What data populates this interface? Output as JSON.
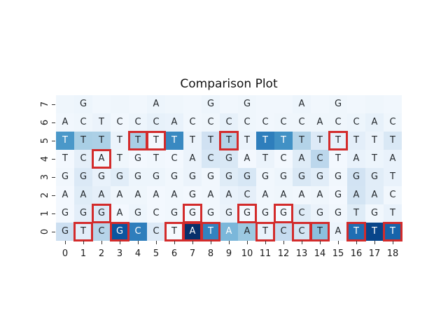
{
  "chart_data": {
    "type": "heatmap",
    "title": "Comparison Plot",
    "x_labels": [
      "0",
      "1",
      "2",
      "3",
      "4",
      "5",
      "6",
      "7",
      "8",
      "9",
      "10",
      "11",
      "12",
      "13",
      "14",
      "15",
      "16",
      "17",
      "18"
    ],
    "y_labels": [
      "7",
      "6",
      "5",
      "4",
      "3",
      "2",
      "1",
      "0"
    ],
    "rows": [
      {
        "y": "7",
        "letters": [
          "",
          "G",
          "",
          "",
          "",
          "A",
          "",
          "",
          "G",
          "",
          "G",
          "",
          "",
          "A",
          "",
          "G",
          "",
          "",
          ""
        ],
        "values": [
          0.04,
          0.05,
          0.03,
          0.04,
          0.03,
          0.05,
          0.04,
          0.03,
          0.05,
          0.03,
          0.04,
          0.03,
          0.03,
          0.05,
          0.03,
          0.04,
          0.03,
          0.04,
          0.03
        ]
      },
      {
        "y": "6",
        "letters": [
          "A",
          "C",
          "T",
          "C",
          "C",
          "C",
          "A",
          "C",
          "C",
          "C",
          "C",
          "C",
          "C",
          "C",
          "A",
          "C",
          "C",
          "A",
          "C"
        ],
        "values": [
          0.03,
          0.04,
          0.06,
          0.03,
          0.05,
          0.08,
          0.07,
          0.03,
          0.04,
          0.08,
          0.04,
          0.03,
          0.04,
          0.04,
          0.04,
          0.04,
          0.05,
          0.08,
          0.04
        ]
      },
      {
        "y": "5",
        "letters": [
          "T",
          "T",
          "T",
          "T",
          "T",
          "T",
          "T",
          "T",
          "T",
          "T",
          "T",
          "T",
          "T",
          "T",
          "T",
          "T",
          "T",
          "T",
          "T"
        ],
        "values": [
          0.6,
          0.34,
          0.33,
          0.06,
          0.34,
          0.02,
          0.66,
          0.06,
          0.2,
          0.31,
          0.06,
          0.7,
          0.63,
          0.31,
          0.13,
          0.08,
          0.1,
          0.06,
          0.15
        ]
      },
      {
        "y": "4",
        "letters": [
          "T",
          "C",
          "A",
          "T",
          "G",
          "T",
          "C",
          "A",
          "C",
          "G",
          "A",
          "T",
          "C",
          "A",
          "C",
          "T",
          "A",
          "T",
          "A"
        ],
        "values": [
          0.02,
          0.09,
          0.03,
          0.04,
          0.02,
          0.03,
          0.02,
          0.06,
          0.16,
          0.15,
          0.02,
          0.06,
          0.02,
          0.12,
          0.28,
          0.02,
          0.07,
          0.05,
          0.07
        ]
      },
      {
        "y": "3",
        "letters": [
          "G",
          "G",
          "G",
          "G",
          "G",
          "G",
          "G",
          "G",
          "G",
          "G",
          "G",
          "G",
          "G",
          "G",
          "G",
          "G",
          "G",
          "G",
          "T"
        ],
        "values": [
          0.03,
          0.14,
          0.07,
          0.11,
          0.05,
          0.05,
          0.03,
          0.06,
          0.03,
          0.12,
          0.16,
          0.03,
          0.05,
          0.15,
          0.11,
          0.03,
          0.19,
          0.11,
          0.07
        ]
      },
      {
        "y": "2",
        "letters": [
          "A",
          "A",
          "A",
          "A",
          "A",
          "A",
          "A",
          "G",
          "A",
          "A",
          "C",
          "A",
          "A",
          "A",
          "A",
          "G",
          "A",
          "A",
          "C"
        ],
        "values": [
          0.02,
          0.12,
          0.09,
          0.04,
          0.04,
          0.02,
          0.03,
          0.02,
          0.03,
          0.07,
          0.09,
          0.03,
          0.04,
          0.03,
          0.04,
          0.02,
          0.18,
          0.11,
          0.03
        ]
      },
      {
        "y": "1",
        "letters": [
          "G",
          "G",
          "G",
          "A",
          "G",
          "C",
          "G",
          "G",
          "G",
          "G",
          "G",
          "G",
          "G",
          "C",
          "G",
          "G",
          "T",
          "G",
          "T"
        ],
        "values": [
          0.02,
          0.1,
          0.14,
          0.02,
          0.05,
          0.02,
          0.03,
          0.02,
          0.03,
          0.06,
          0.02,
          0.03,
          0.02,
          0.12,
          0.06,
          0.03,
          0.12,
          0.03,
          0.07
        ]
      },
      {
        "y": "0",
        "letters": [
          "G",
          "T",
          "C",
          "G",
          "C",
          "C",
          "T",
          "A",
          "T",
          "A",
          "A",
          "T",
          "C",
          "C",
          "T",
          "A",
          "T",
          "T",
          "T"
        ],
        "values": [
          0.22,
          0.1,
          0.3,
          0.86,
          0.7,
          0.13,
          0.01,
          1.0,
          0.68,
          0.46,
          0.38,
          0.07,
          0.25,
          0.18,
          0.42,
          0.05,
          0.76,
          0.92,
          0.8
        ]
      }
    ],
    "highlight_boxes": [
      {
        "y": "5",
        "col": 4
      },
      {
        "y": "5",
        "col": 5
      },
      {
        "y": "5",
        "col": 9
      },
      {
        "y": "5",
        "col": 15
      },
      {
        "y": "4",
        "col": 2
      },
      {
        "y": "1",
        "col": 2
      },
      {
        "y": "1",
        "col": 7
      },
      {
        "y": "1",
        "col": 10
      },
      {
        "y": "1",
        "col": 12
      },
      {
        "y": "0",
        "col": 1
      },
      {
        "y": "0",
        "col": 3
      },
      {
        "y": "0",
        "col": 6
      },
      {
        "y": "0",
        "col": 7
      },
      {
        "y": "0",
        "col": 8
      },
      {
        "y": "0",
        "col": 11
      },
      {
        "y": "0",
        "col": 13
      },
      {
        "y": "0",
        "col": 14
      },
      {
        "y": "0",
        "col": 16
      },
      {
        "y": "0",
        "col": 18
      }
    ],
    "colormap": {
      "name": "Blues",
      "stops": [
        {
          "t": 0.0,
          "rgb": [
            247,
            251,
            255
          ]
        },
        {
          "t": 0.125,
          "rgb": [
            222,
            235,
            247
          ]
        },
        {
          "t": 0.25,
          "rgb": [
            198,
            219,
            239
          ]
        },
        {
          "t": 0.375,
          "rgb": [
            158,
            202,
            225
          ]
        },
        {
          "t": 0.5,
          "rgb": [
            107,
            174,
            214
          ]
        },
        {
          "t": 0.625,
          "rgb": [
            66,
            146,
            198
          ]
        },
        {
          "t": 0.75,
          "rgb": [
            33,
            113,
            181
          ]
        },
        {
          "t": 0.875,
          "rgb": [
            8,
            81,
            156
          ]
        },
        {
          "t": 1.0,
          "rgb": [
            8,
            48,
            107
          ]
        }
      ]
    },
    "highlight_color": "#d32b2b",
    "text_dark": "#22272b",
    "text_light": "#ffffff",
    "text_color_threshold": 0.45
  }
}
